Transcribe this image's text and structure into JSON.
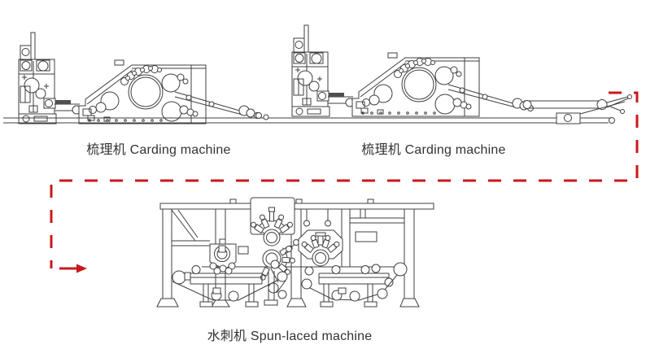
{
  "colors": {
    "background": "#ffffff",
    "linework": "#3f3f3f",
    "flow_red": "#c9181e",
    "label_text": "#333333"
  },
  "labels": {
    "carding_1": "梳理机 Carding machine",
    "carding_2": "梳理机 Carding machine",
    "spunlaced": "水刺机 Spun-laced machine"
  },
  "flow_path": {
    "line_style": "dashed",
    "arrow_direction": "right"
  }
}
